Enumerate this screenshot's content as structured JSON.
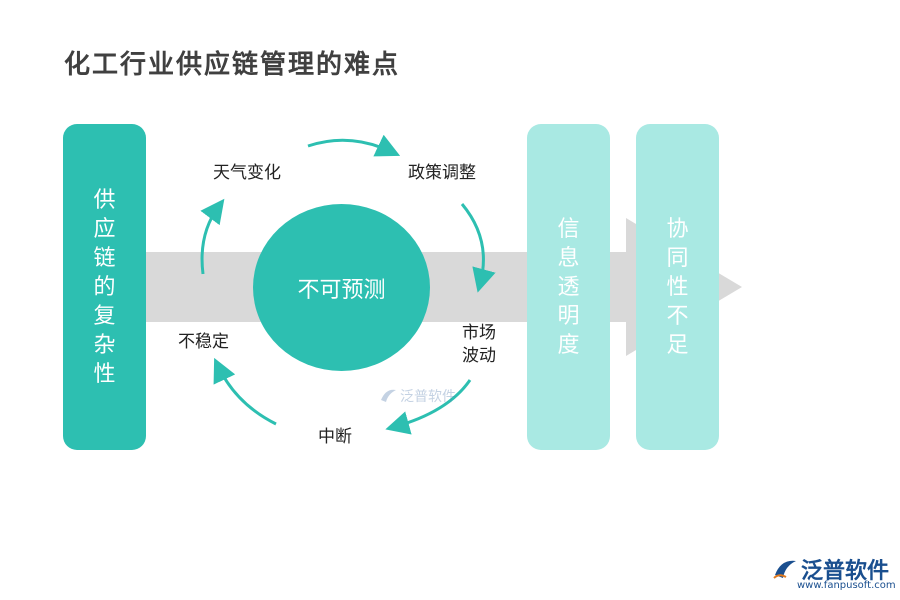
{
  "title": "化工行业供应链管理的难点",
  "left_box": {
    "text": "供应链的复杂性"
  },
  "center": {
    "text": "不可预测"
  },
  "cycle_labels": {
    "weather": "天气变化",
    "policy": "政策调整",
    "market": "市场波动",
    "interrupt": "中断",
    "unstable": "不稳定"
  },
  "right_boxes": [
    {
      "text": "信息透明度"
    },
    {
      "text": "协同性不足"
    }
  ],
  "watermark": {
    "text": "泛普软件"
  },
  "logo": {
    "text": "泛普软件",
    "url": "www.fanpusoft.com"
  },
  "colors": {
    "teal": "#2dbfb1",
    "light_teal": "#a9e9e3",
    "arrow_gray": "#d9d9d9",
    "title_gray": "#404040",
    "logo_blue": "#1a4f8f"
  }
}
